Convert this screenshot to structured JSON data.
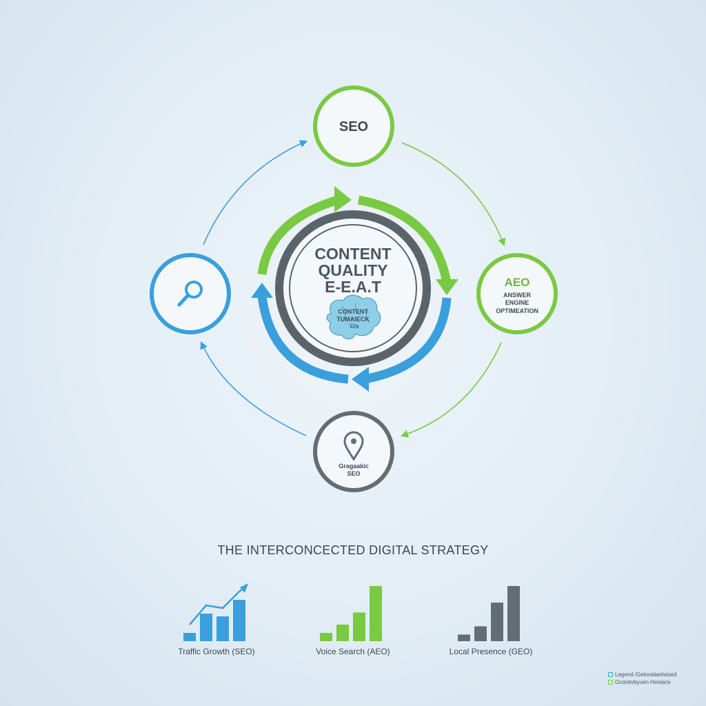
{
  "colors": {
    "green": "#7ac943",
    "blue": "#3a9fdc",
    "gray": "#656d74",
    "brain": "#8ecfe8"
  },
  "nodes": {
    "seo": {
      "label": "SEO"
    },
    "aeo": {
      "title": "AEO",
      "line1": "ANSWER",
      "line2": "ENGINE",
      "line3": "OPTIMEATION"
    },
    "geo": {
      "line1": "Gragaakic",
      "line2": "SEO"
    },
    "search": {
      "icon": "magnifier-icon"
    }
  },
  "center": {
    "line1": "CONTENT",
    "line2": "QUALITY",
    "line3": "E-E.A.T",
    "brain_line1": "CONTENT",
    "brain_line2": "TUMAIECK",
    "brain_line3": "ECS",
    "icon": "brain-icon"
  },
  "caption": "THE INTERCONCECTED DIGITAL STRATEGY",
  "metrics": [
    {
      "label": "Traffic Growth (SEO)",
      "color": "#3a9fdc",
      "values": [
        0.15,
        0.5,
        0.45,
        0.75
      ],
      "trend_arrow": true
    },
    {
      "label": "Voice Search (AEO)",
      "color": "#7ac943",
      "values": [
        0.15,
        0.3,
        0.52,
        1.0
      ],
      "trend_arrow": false
    },
    {
      "label": "Local Presence (GEO)",
      "color": "#656d74",
      "values": [
        0.12,
        0.27,
        0.7,
        1.0
      ],
      "trend_arrow": false
    }
  ],
  "legend": [
    {
      "label": "Legend /Geloratiantvioed",
      "color": "#3a9fdc"
    },
    {
      "label": "Ocontivbyuen Henians",
      "color": "#7ac943"
    }
  ]
}
